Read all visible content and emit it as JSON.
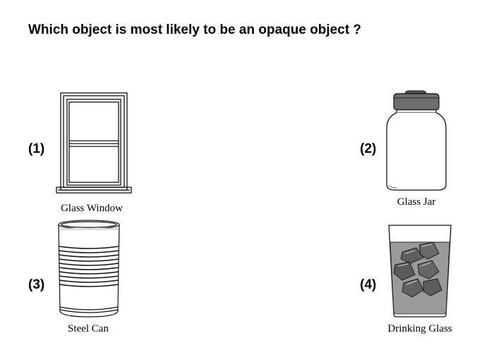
{
  "question": "Which object is most likely to be an opaque object ?",
  "options": [
    {
      "number": "(1)",
      "caption": "Glass Window",
      "icon": "glass-window-icon"
    },
    {
      "number": "(2)",
      "caption": "Glass Jar",
      "icon": "glass-jar-icon"
    },
    {
      "number": "(3)",
      "caption": "Steel Can",
      "icon": "steel-can-icon"
    },
    {
      "number": "(4)",
      "caption": "Drinking Glass",
      "icon": "drinking-glass-icon"
    }
  ]
}
